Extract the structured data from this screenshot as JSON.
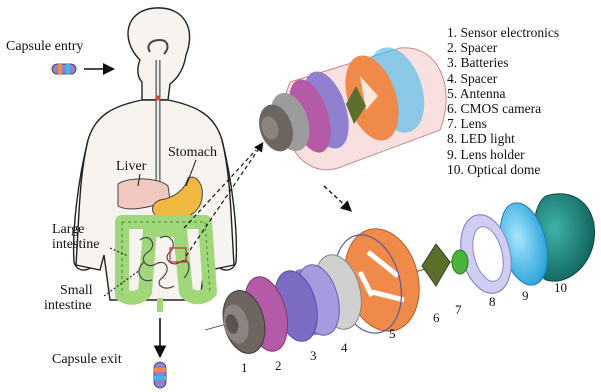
{
  "body_labels": {
    "capsule_entry": "Capsule entry",
    "liver": "Liver",
    "stomach": "Stomach",
    "large_intestine_1": "Large",
    "large_intestine_2": "intestine",
    "small_intestine_1": "Small",
    "small_intestine_2": "intestine",
    "capsule_exit": "Capsule exit"
  },
  "legend": [
    "1. Sensor electronics",
    "2. Spacer",
    "3. Batteries",
    "4. Spacer",
    "5. Antenna",
    "6. CMOS camera",
    "7. Lens",
    "8. LED light",
    "9. Lens holder",
    "10. Optical dome"
  ],
  "part_numbers": [
    "1",
    "2",
    "3",
    "4",
    "5",
    "6",
    "7",
    "8",
    "9",
    "10"
  ],
  "colors": {
    "skin": "#f7f3ef",
    "liver": "#f2c9c0",
    "stomach": "#f0b840",
    "intestine": "#9fd77a",
    "electronics": "#6d6560",
    "spacer": "#b45aa6",
    "batteries": "#8f80d0",
    "antenna": "#f08a4a",
    "camera": "#5c6e2c",
    "lens": "#4cb23a",
    "led": "#b9b7e8",
    "lens_holder": "#3fb8e8",
    "dome": "#1f8f86"
  }
}
